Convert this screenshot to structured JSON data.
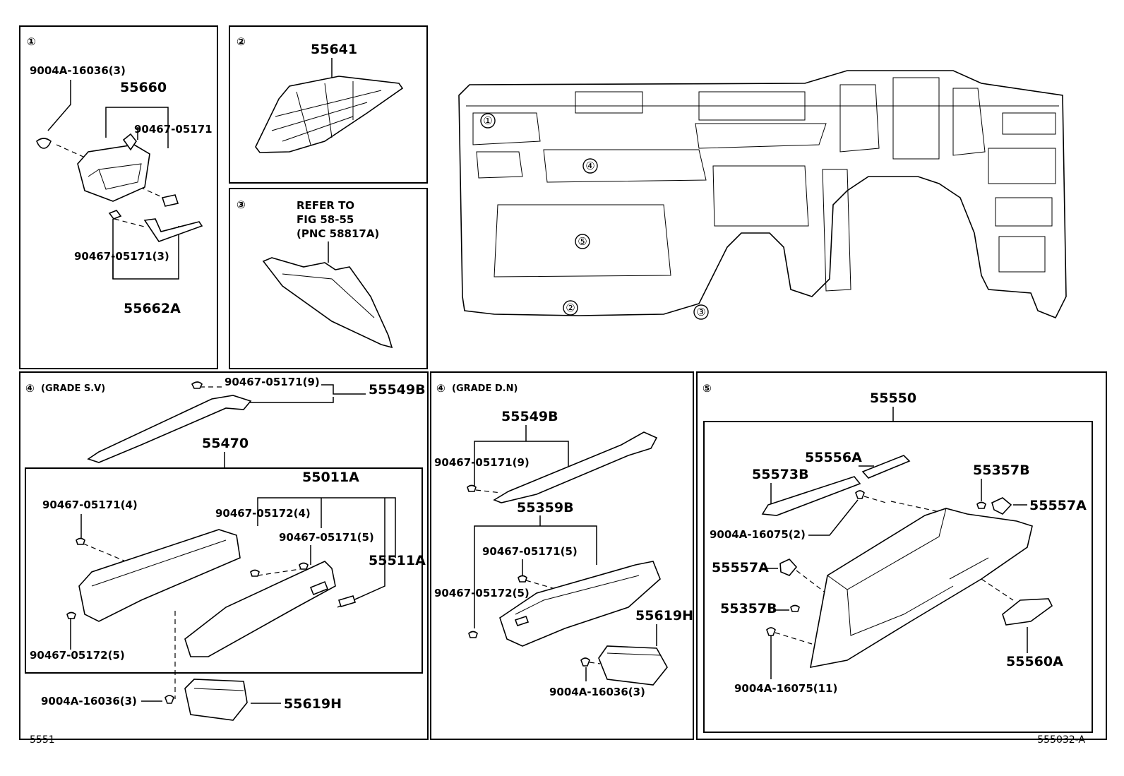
{
  "panels": {
    "p1": {
      "marker": "①",
      "labels": {
        "a": "9004A-16036(3)",
        "b": "55660",
        "c": "90467-05171",
        "d": "90467-05171(3)",
        "e": "55662A"
      }
    },
    "p2": {
      "marker": "②",
      "labels": {
        "a": "55641"
      }
    },
    "p3": {
      "marker": "③",
      "labels": {
        "r1": "REFER TO",
        "r2": "FIG 58-55",
        "r3": "(PNC 58817A)"
      }
    },
    "p4a": {
      "marker": "④",
      "grade": "(GRADE S.V)",
      "labels": {
        "a": "90467-05171(9)",
        "b": "55549B",
        "c": "55470",
        "d": "55011A",
        "e": "90467-05171(4)",
        "f": "90467-05172(4)",
        "g": "90467-05171(5)",
        "h": "55511A",
        "i": "90467-05172(5)",
        "j": "9004A-16036(3)",
        "k": "55619H"
      }
    },
    "p4b": {
      "marker": "④",
      "grade": "(GRADE D.N)",
      "labels": {
        "a": "55549B",
        "b": "90467-05171(9)",
        "c": "55359B",
        "d": "90467-05171(5)",
        "e": "90467-05172(5)",
        "f": "55619H",
        "g": "9004A-16036(3)"
      }
    },
    "p5": {
      "marker": "⑤",
      "labels": {
        "a": "55550",
        "b": "55556A",
        "c": "55573B",
        "d": "55357B",
        "e": "55557A",
        "f": "9004A-16075(2)",
        "g": "55557A",
        "h": "55357B",
        "i": "55560A",
        "j": "9004A-16075(11)"
      }
    },
    "main": {
      "m1": "①",
      "m2": "②",
      "m3": "③",
      "m4": "④",
      "m5": "⑤"
    }
  },
  "footer": {
    "left": "5551",
    "right": "555032-A"
  }
}
